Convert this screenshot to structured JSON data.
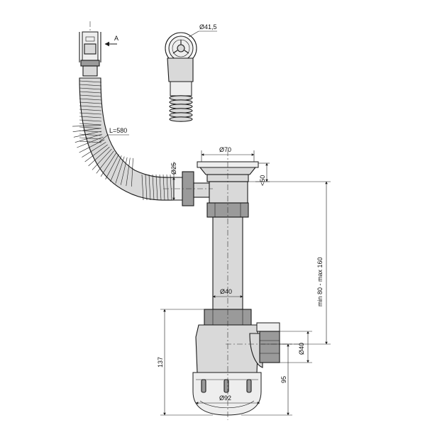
{
  "labels": {
    "view_a": "A",
    "outlet_diameter": "Ø41,5",
    "hose_length": "L=580",
    "hose_diameter": "Ø25",
    "grate_diameter": "Ø70",
    "flange_height": "<50",
    "height_range": "min 80 - max 160",
    "pipe_diameter": "Ø40",
    "outlet_pipe_diameter": "Ø40",
    "total_height": "137",
    "outlet_height": "95",
    "bowl_diameter": "Ø92"
  },
  "colors": {
    "ink": "#1a1a1a",
    "fill_mid": "#d9d9d9",
    "fill_dark": "#9a9a9a",
    "fill_light": "#eeeeee"
  }
}
